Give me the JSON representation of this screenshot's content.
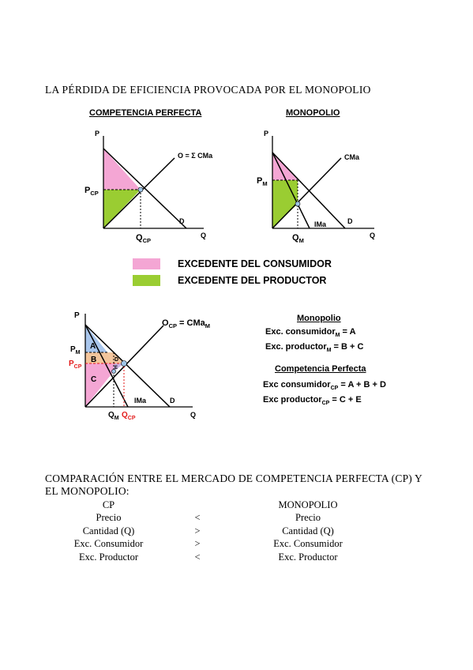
{
  "title": "LA PÉRDIDA DE EFICIENCIA PROVOCADA POR EL MONOPOLIO",
  "colors": {
    "consumer_surplus": "#f4a6d4",
    "producer_surplus": "#9acd32",
    "area_a": "#a9c6ec",
    "area_b": "#f3c59c",
    "pcp_line": "#e31b1b",
    "point": "#9fc5e8"
  },
  "graph_cp": {
    "heading": "COMPETENCIA PERFECTA",
    "y_axis": "P",
    "x_axis": "Q",
    "supply_label": "O = Σ CMa",
    "demand_label": "D",
    "price_label": "P",
    "price_sub": "CP",
    "qty_label": "Q",
    "qty_sub": "CP"
  },
  "graph_m": {
    "heading": "MONOPOLIO",
    "y_axis": "P",
    "x_axis": "Q",
    "cost_label": "CMa",
    "demand_label": "D",
    "mr_label": "IMa",
    "price_label": "P",
    "price_sub": "M",
    "qty_label": "Q",
    "qty_sub": "M"
  },
  "legend": {
    "consumer": "EXCEDENTE DEL CONSUMIDOR",
    "producer": "EXCEDENTE DEL PRODUCTOR"
  },
  "graph_dwl": {
    "y_axis": "P",
    "x_axis": "Q",
    "supply_label": "O",
    "supply_sub": "CP",
    "supply_eq": " = CMa",
    "supply_sub2": "M",
    "demand_label": "D",
    "mr_label": "IMa",
    "pm_label": "P",
    "pm_sub": "M",
    "pcp_label": "P",
    "pcp_sub": "CP",
    "qm_label": "Q",
    "qm_sub": "M",
    "qcp_label": "Q",
    "qcp_sub": "CP",
    "area_a": "A",
    "area_b": "B",
    "area_c": "C",
    "area_d": "D",
    "area_e": "E"
  },
  "surplus": {
    "monopoly_heading": "Monopolio",
    "m_consumer_pre": "Exc. consumidor",
    "m_consumer_sub": "M",
    "m_consumer_post": " = A",
    "m_producer_pre": "Exc. productor",
    "m_producer_sub": "M",
    "m_producer_post": " = B + C",
    "cp_heading": "Competencia Perfecta",
    "cp_consumer_pre": "Exc consumidor",
    "cp_consumer_sub": "CP",
    "cp_consumer_post": " = A + B + D",
    "cp_producer_pre": "Exc productor",
    "cp_producer_sub": "CP",
    "cp_producer_post": " = C + E"
  },
  "comparison": {
    "intro": "COMPARACIÓN ENTRE EL MERCADO DE COMPETENCIA PERFECTA (CP) Y EL MONOPOLIO:",
    "col_left": "CP",
    "col_right": "MONOPOLIO",
    "rows": [
      {
        "left": "Precio",
        "sign": "<",
        "right": "Precio"
      },
      {
        "left": "Cantidad (Q)",
        "sign": ">",
        "right": "Cantidad (Q)"
      },
      {
        "left": "Exc. Consumidor",
        "sign": ">",
        "right": "Exc. Consumidor"
      },
      {
        "left": "Exc. Productor",
        "sign": "<",
        "right": "Exc. Productor"
      }
    ]
  }
}
